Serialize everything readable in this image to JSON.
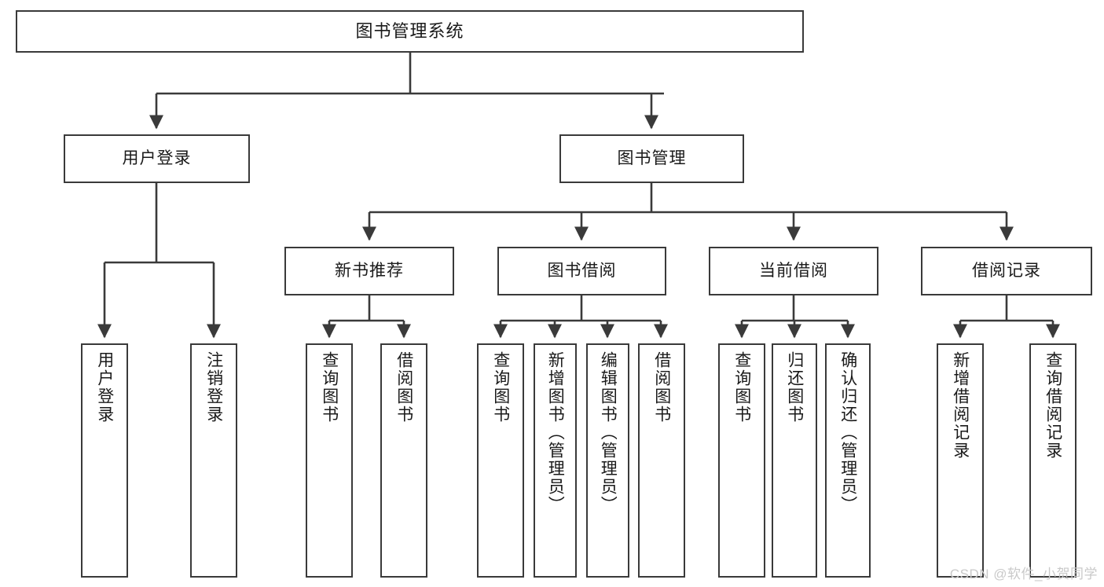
{
  "diagram": {
    "type": "tree-hierarchy",
    "title": "图书管理系统",
    "orientation": "top-down",
    "colors": {
      "box_border": "#3a3a3a",
      "box_fill": "#ffffff",
      "edge": "#3a3a3a",
      "text": "#1a1a1a",
      "watermark": "#c9c9c9"
    },
    "root": {
      "label": "图书管理系统"
    },
    "level2": [
      {
        "label": "用户登录"
      },
      {
        "label": "图书管理"
      }
    ],
    "level3": [
      {
        "label": "新书推荐"
      },
      {
        "label": "图书借阅"
      },
      {
        "label": "当前借阅"
      },
      {
        "label": "借阅记录"
      }
    ],
    "leaves": {
      "user_login": [
        {
          "label": "用户登录"
        },
        {
          "label": "注销登录"
        }
      ],
      "new_book_recommend": [
        {
          "label": "查询图书"
        },
        {
          "label": "借阅图书"
        }
      ],
      "book_borrow": [
        {
          "label": "查询图书"
        },
        {
          "label": "新增图书（管理员）"
        },
        {
          "label": "编辑图书（管理员）"
        },
        {
          "label": "借阅图书"
        }
      ],
      "current_borrow": [
        {
          "label": "查询图书"
        },
        {
          "label": "归还图书"
        },
        {
          "label": "确认归还（管理员）"
        }
      ],
      "borrow_record": [
        {
          "label": "新增借阅记录"
        },
        {
          "label": "查询借阅记录"
        }
      ]
    }
  },
  "watermark": {
    "text": "CSDN @软件_小贺同学"
  }
}
